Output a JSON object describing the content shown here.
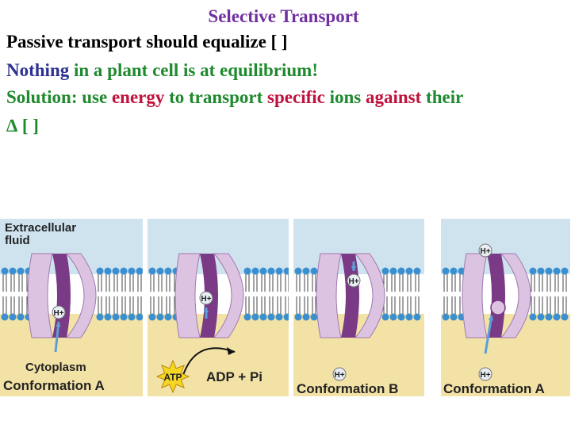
{
  "text": {
    "title": "Selective Transport",
    "line1": "Passive transport should equalize [ ]",
    "line2": {
      "part1": "Nothing",
      "part2": " in a plant cell is at equilibrium!"
    },
    "line3": {
      "p1": "Solution: use ",
      "p2": "energy",
      "p3": " to transport ",
      "p4": "specific",
      "p5": " ions ",
      "p6": "against",
      "p7": " their"
    },
    "line4": "∆ [ ]"
  },
  "diagram": {
    "extracellular_label": "Extracellular\nfluid",
    "cytoplasm_label": "Cytoplasm",
    "panel1_label": "Conformation A",
    "panel3_label": "Conformation B",
    "panel4_label": "Conformation A",
    "ion": "H+",
    "atp": "ATP",
    "adp": "ADP + Pi"
  },
  "colors": {
    "title": "#7030a0",
    "blue": "#2e3192",
    "green": "#1f8a2e",
    "red": "#c0123c",
    "extracellular": "#cfe3ef",
    "cytoplasm": "#f3e2a6",
    "lipid_head": "#3a8fd0",
    "protein_light": "#dcc3e2",
    "protein_dark": "#7a3a86"
  }
}
